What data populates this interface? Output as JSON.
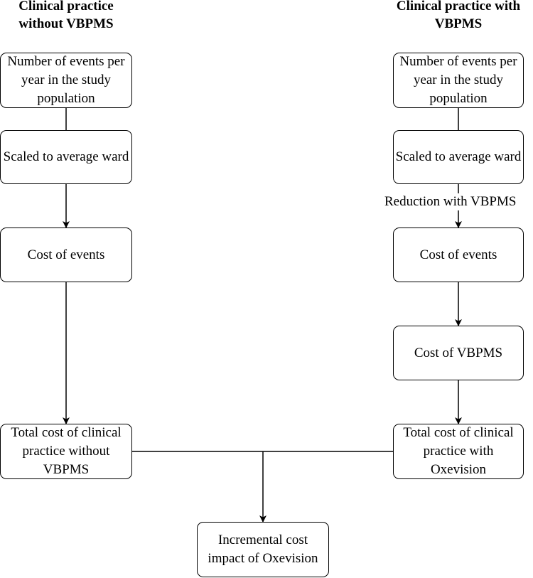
{
  "headers": {
    "left": "Clinical practice without VBPMS",
    "right": "Clinical practice with VBPMS"
  },
  "nodes": {
    "left_events": "Number of events per year in the study population",
    "left_scaled": "Scaled to average ward",
    "left_cost_events": "Cost of events",
    "left_total": "Total cost of clinical practice without VBPMS",
    "right_events": "Number of events per year in the study population",
    "right_scaled": "Scaled to average ward",
    "right_cost_events": "Cost of events",
    "right_cost_vbpms": "Cost of VBPMS",
    "right_total": "Total cost of clinical practice with Oxevision",
    "incremental": "Incremental cost impact of Oxevision"
  },
  "edge_labels": {
    "reduction": "Reduction with VBPMS"
  }
}
